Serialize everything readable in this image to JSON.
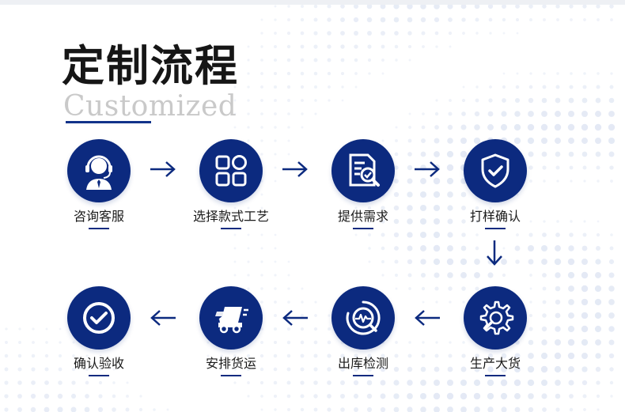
{
  "title": "定制流程",
  "subtitle": "Customized",
  "colors": {
    "primary": "#0c2a7f",
    "text": "#1a1a1a",
    "subtitle": "#c9c9c9"
  },
  "steps": [
    {
      "label": "咨询客服",
      "icon": "customer-service-icon"
    },
    {
      "label": "选择款式工艺",
      "icon": "grid-apps-icon"
    },
    {
      "label": "提供需求",
      "icon": "document-search-icon"
    },
    {
      "label": "打样确认",
      "icon": "shield-check-icon"
    },
    {
      "label": "生产大货",
      "icon": "gear-wrench-icon"
    },
    {
      "label": "出库检测",
      "icon": "inspection-icon"
    },
    {
      "label": "安排货运",
      "icon": "delivery-truck-icon"
    },
    {
      "label": "确认验收",
      "icon": "check-circle-icon"
    }
  ]
}
